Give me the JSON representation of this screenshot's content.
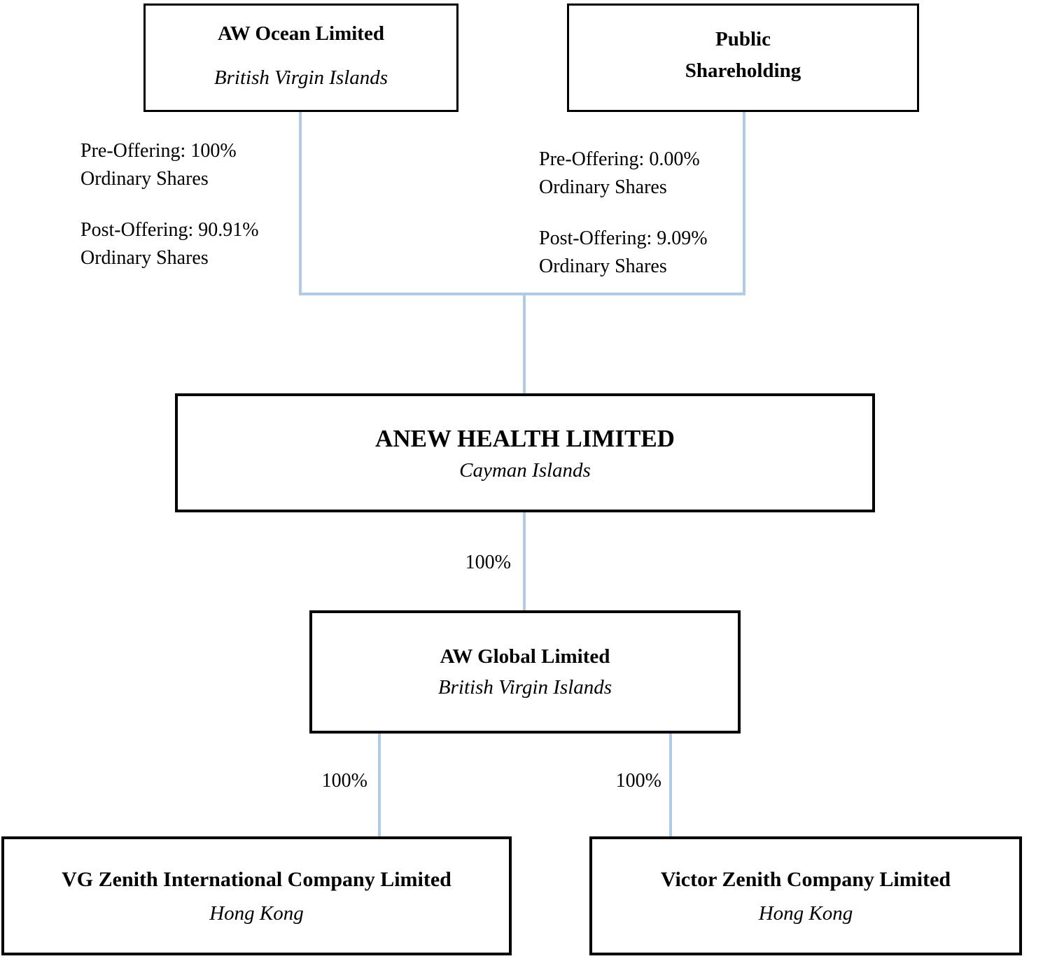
{
  "colors": {
    "connector_line": "#aecbe8",
    "box_border": "#000000",
    "background": "#ffffff",
    "text": "#000000"
  },
  "nodes": {
    "aw_ocean": {
      "name": "AW Ocean Limited",
      "jurisdiction": "British Virgin Islands"
    },
    "public_shareholding": {
      "name_line1": "Public",
      "name_line2": "Shareholding"
    },
    "anew_health": {
      "name": "ANEW HEALTH LIMITED",
      "jurisdiction": "Cayman Islands"
    },
    "aw_global": {
      "name": "AW Global Limited",
      "jurisdiction": "British Virgin Islands"
    },
    "vg_zenith": {
      "name": "VG Zenith International Company Limited",
      "jurisdiction": "Hong Kong"
    },
    "victor_zenith": {
      "name": "Victor Zenith Company Limited",
      "jurisdiction": "Hong Kong"
    }
  },
  "ownership_labels": {
    "aw_ocean": {
      "pre_line1": "Pre-Offering: 100%",
      "pre_line2": "Ordinary Shares",
      "post_line1": "Post-Offering: 90.91%",
      "post_line2": "Ordinary Shares"
    },
    "public_shareholding": {
      "pre_line1": "Pre-Offering: 0.00%",
      "pre_line2": "Ordinary Shares",
      "post_line1": "Post-Offering: 9.09%",
      "post_line2": "Ordinary Shares"
    }
  },
  "edges": {
    "anew_to_aw_global": "100%",
    "aw_global_to_vg_zenith": "100%",
    "aw_global_to_victor_zenith": "100%"
  }
}
